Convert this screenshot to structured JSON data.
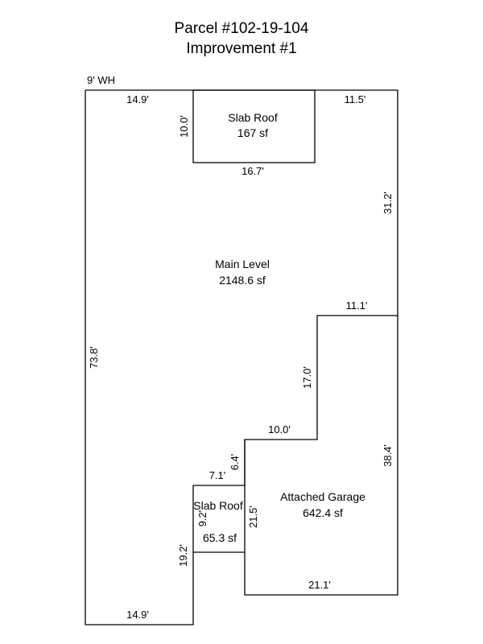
{
  "title": {
    "parcel": "Parcel #102-19-104",
    "improvement": "Improvement #1"
  },
  "note": "9' WH",
  "areas": {
    "slab_roof_top": {
      "name": "Slab Roof",
      "size": "167 sf"
    },
    "main_level": {
      "name": "Main Level",
      "size": "2148.6 sf"
    },
    "garage": {
      "name": "Attached Garage",
      "size": "642.4 sf"
    },
    "slab_roof_bottom": {
      "name": "Slab Roof",
      "size": "65.3 sf"
    }
  },
  "dimensions": {
    "top_left": "14.9'",
    "top_right": "11.5'",
    "slab_top_height": "10.0'",
    "slab_top_width": "16.7'",
    "right_upper": "31.2'",
    "step_top": "11.1'",
    "left_side": "73.8'",
    "step_vertical": "17.0'",
    "step_middle": "10.0'",
    "garage_right": "38.4'",
    "small_vertical": "6.4'",
    "small_horizontal": "7.1'",
    "slab_bottom_height": "9.2'",
    "garage_left": "21.5'",
    "lower_left_vertical": "19.2'",
    "garage_bottom": "21.1'",
    "bottom_left": "14.9'"
  }
}
